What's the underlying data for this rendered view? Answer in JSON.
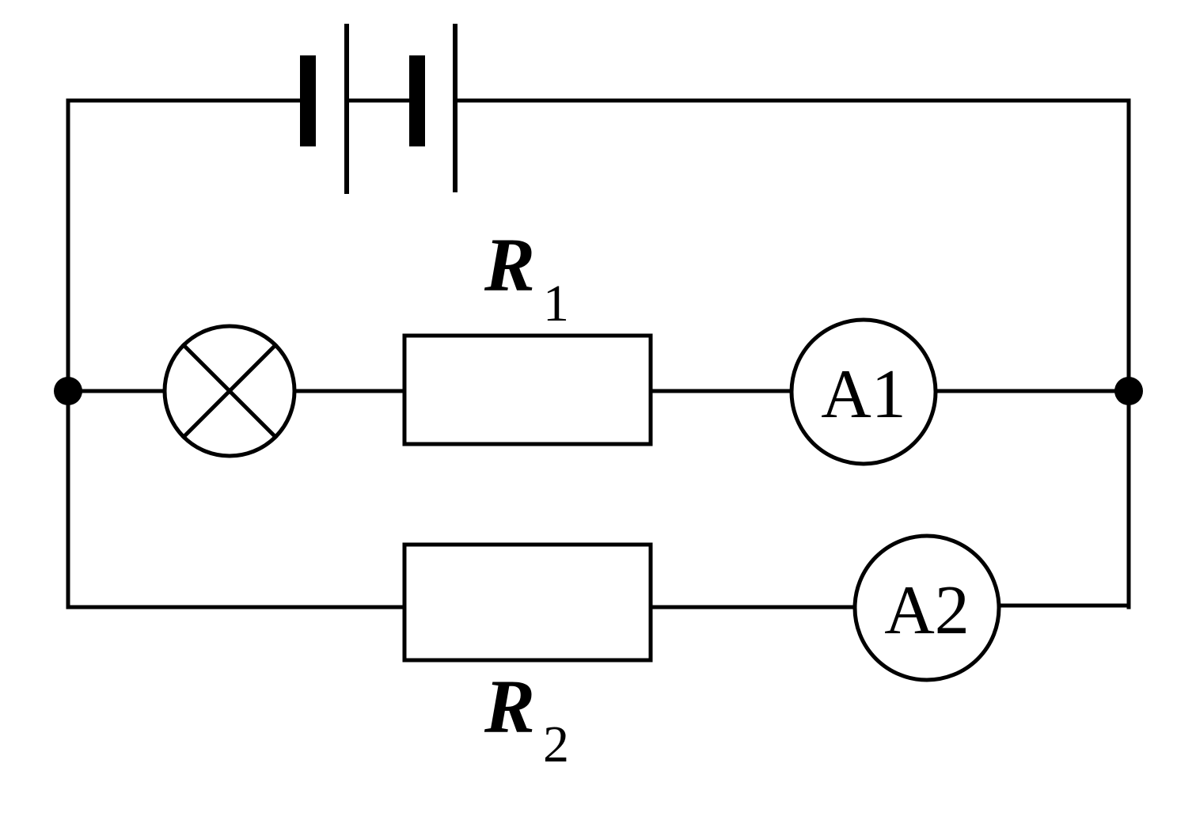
{
  "labels": {
    "r1": {
      "main": "R",
      "sub": "1"
    },
    "r2": {
      "main": "R",
      "sub": "2"
    },
    "a1": "A1",
    "a2": "A2"
  },
  "components": {
    "battery": "battery-icon",
    "lamp": "lamp-icon"
  },
  "colors": {
    "stroke": "#000000",
    "background": "#ffffff"
  }
}
